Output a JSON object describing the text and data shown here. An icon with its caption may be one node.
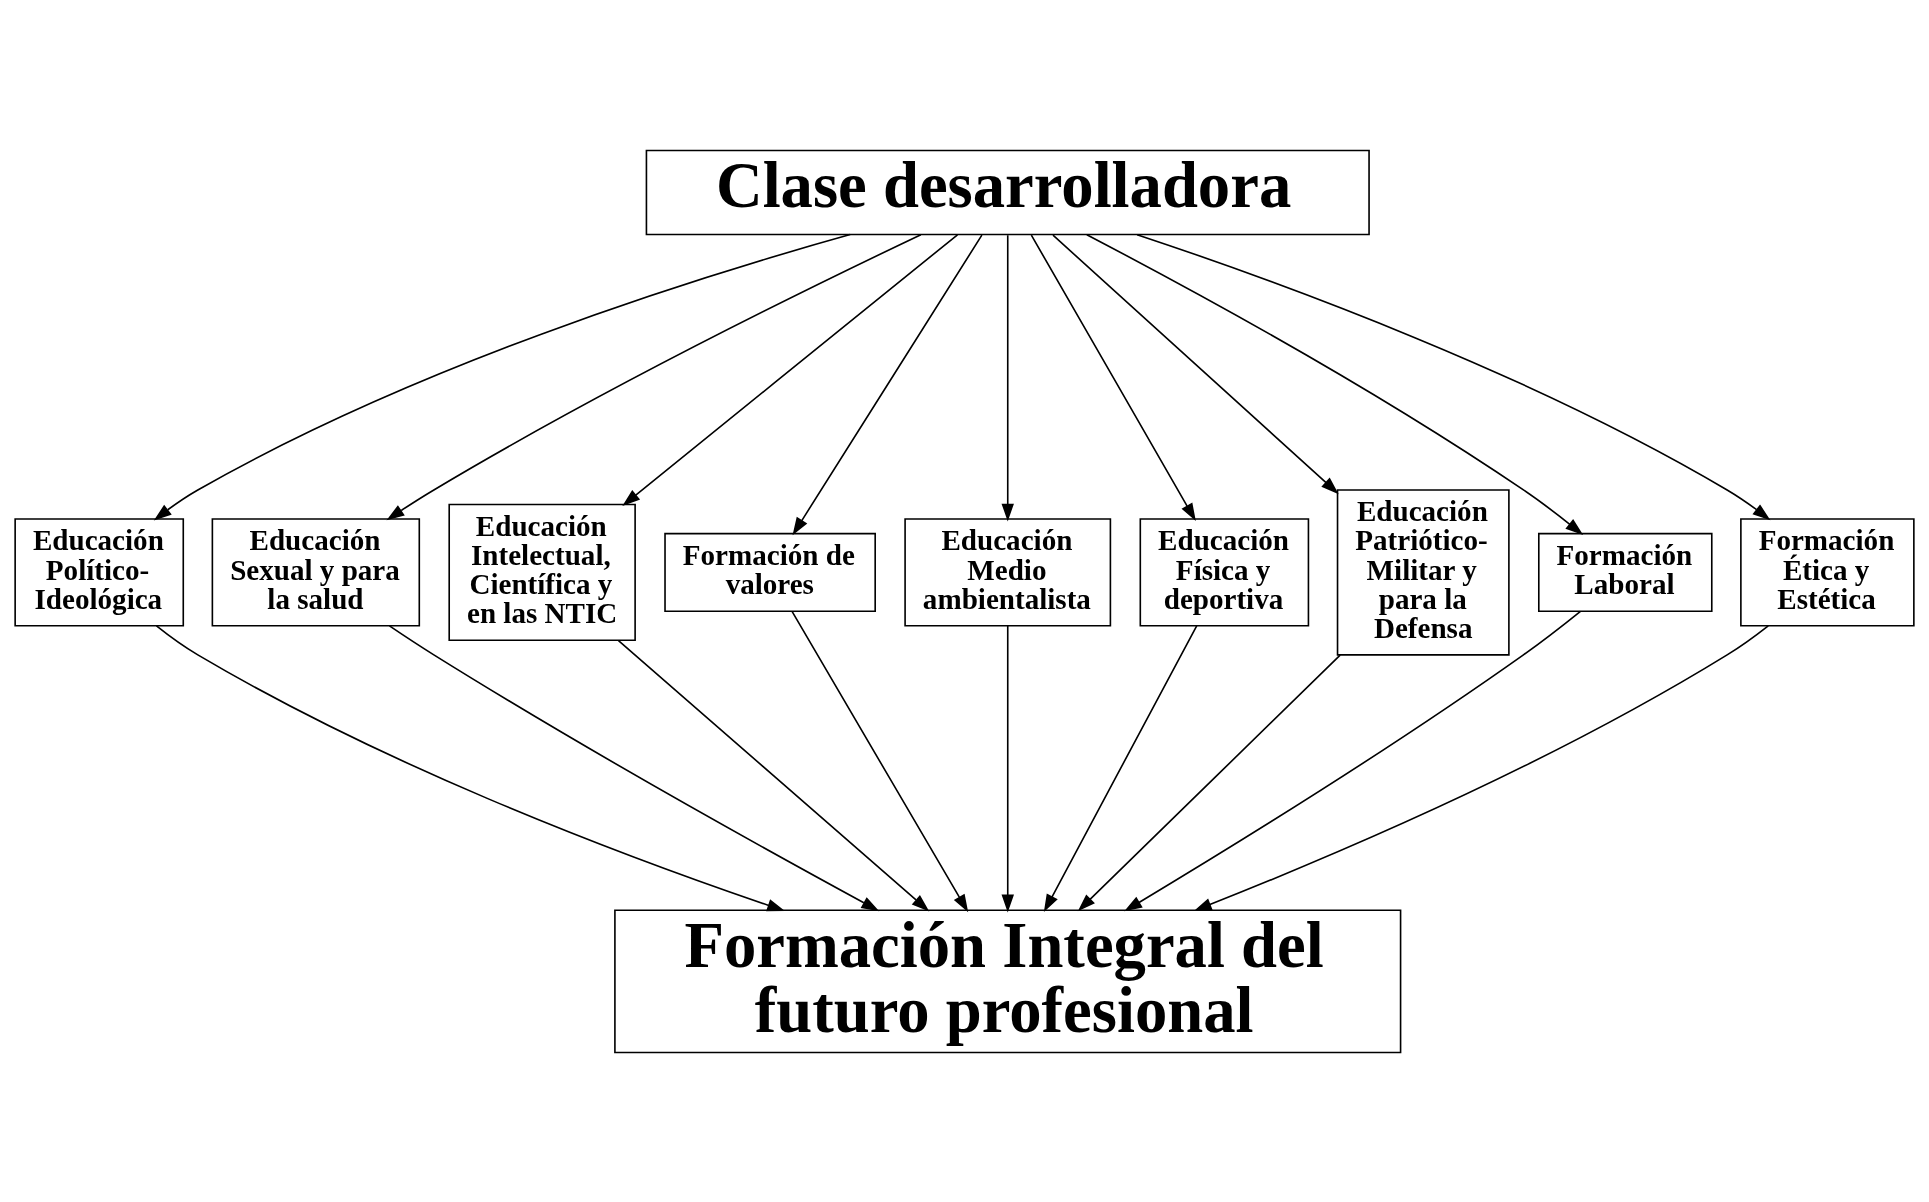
{
  "diagram": {
    "nodes": [
      {
        "text": [
          "Clase desarrolladora"
        ]
      },
      {
        "text": [
          "Educación Político-Ideológica"
        ]
      },
      {
        "text": [
          "Educación Sexual y para la salud"
        ]
      },
      {
        "text": [
          "Educación Intelectual, Científica y en las NTIC"
        ]
      },
      {
        "text": [
          "Formación de valores"
        ]
      },
      {
        "text": [
          "Educación Medio ambientalista"
        ]
      },
      {
        "text": [
          "Educación Física y deportiva"
        ]
      },
      {
        "text": [
          "Educación Patriótico-Militar y para la Defensa"
        ]
      },
      {
        "text": [
          "Formación Laboral"
        ]
      },
      {
        "text": [
          "Formación Ética y Estética"
        ]
      },
      {
        "text": [
          "Formación Integral del futuro profesional"
        ]
      }
    ],
    "edges": [
      {
        "from": 0,
        "to": 1,
        "arrow": "to"
      },
      {
        "from": 0,
        "to": 2,
        "arrow": "to"
      },
      {
        "from": 0,
        "to": 3,
        "arrow": "to"
      },
      {
        "from": 0,
        "to": 4,
        "arrow": "to"
      },
      {
        "from": 0,
        "to": 5,
        "arrow": "to"
      },
      {
        "from": 0,
        "to": 6,
        "arrow": "to"
      },
      {
        "from": 0,
        "to": 7,
        "arrow": "to"
      },
      {
        "from": 0,
        "to": 8,
        "arrow": "to"
      },
      {
        "from": 0,
        "to": 9,
        "arrow": "to"
      },
      {
        "from": 1,
        "to": 10,
        "arrow": "to"
      },
      {
        "from": 2,
        "to": 10,
        "arrow": "to"
      },
      {
        "from": 3,
        "to": 10,
        "arrow": "to"
      },
      {
        "from": 4,
        "to": 10,
        "arrow": "to"
      },
      {
        "from": 5,
        "to": 10,
        "arrow": "to"
      },
      {
        "from": 6,
        "to": 10,
        "arrow": "to"
      },
      {
        "from": 7,
        "to": 10,
        "arrow": "to"
      },
      {
        "from": 8,
        "to": 10,
        "arrow": "to"
      },
      {
        "from": 9,
        "to": 10,
        "arrow": "to"
      }
    ]
  }
}
